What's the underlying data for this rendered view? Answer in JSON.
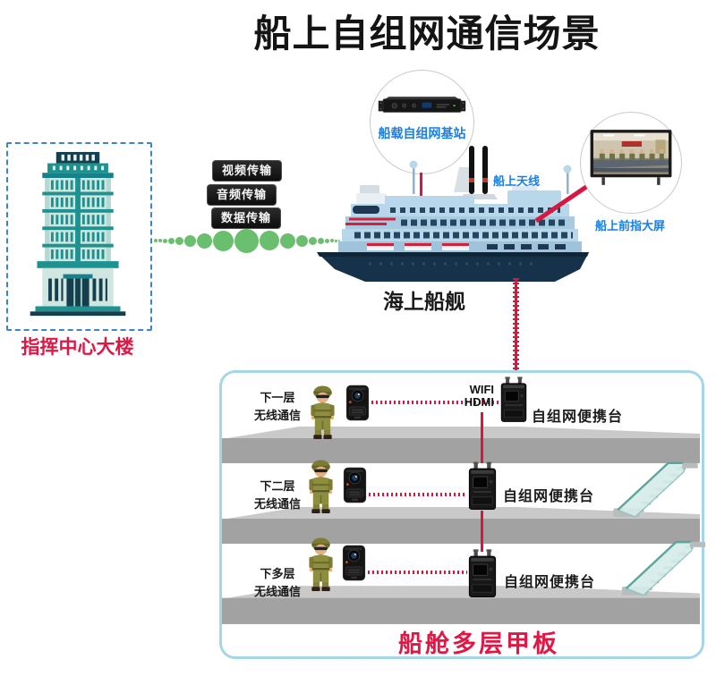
{
  "title": "船上自组网通信场景",
  "colors": {
    "accent_red": "#e01745",
    "line_red": "#d6173f",
    "label_blue": "#1a7ee6",
    "dot_green": "#6abf6e",
    "deck_gray": "#a2a2a2",
    "deck_gray_light": "#c9c9c9",
    "box_border_blue": "#a5d6e8",
    "building_teal": "#1d9290",
    "building_mint": "#cfe6e1"
  },
  "command_center": {
    "label": "指挥中心大楼"
  },
  "transmissions": [
    {
      "label": "视频传输"
    },
    {
      "label": "音频传输"
    },
    {
      "label": "数据传输"
    }
  ],
  "signal_dots_sizes": [
    4,
    4,
    5,
    7,
    9,
    13,
    17,
    23,
    27,
    22,
    17,
    13,
    9,
    7,
    5,
    4,
    3,
    2
  ],
  "base_station": {
    "label": "船载自组网基站"
  },
  "ship": {
    "label": "海上船舰",
    "antenna_label": "船上天线"
  },
  "command_screen": {
    "label": "船上前指大屏"
  },
  "deck_section": {
    "title": "船舱多层甲板",
    "wifi_line1": "WIFI",
    "wifi_line2": "HDMI",
    "decks": [
      {
        "level_line1": "下一层",
        "level_line2": "无线通信",
        "device_label": "自组网便携台"
      },
      {
        "level_line1": "下二层",
        "level_line2": "无线通信",
        "device_label": "自组网便携台"
      },
      {
        "level_line1": "下多层",
        "level_line2": "无线通信",
        "device_label": "自组网便携台"
      }
    ]
  }
}
